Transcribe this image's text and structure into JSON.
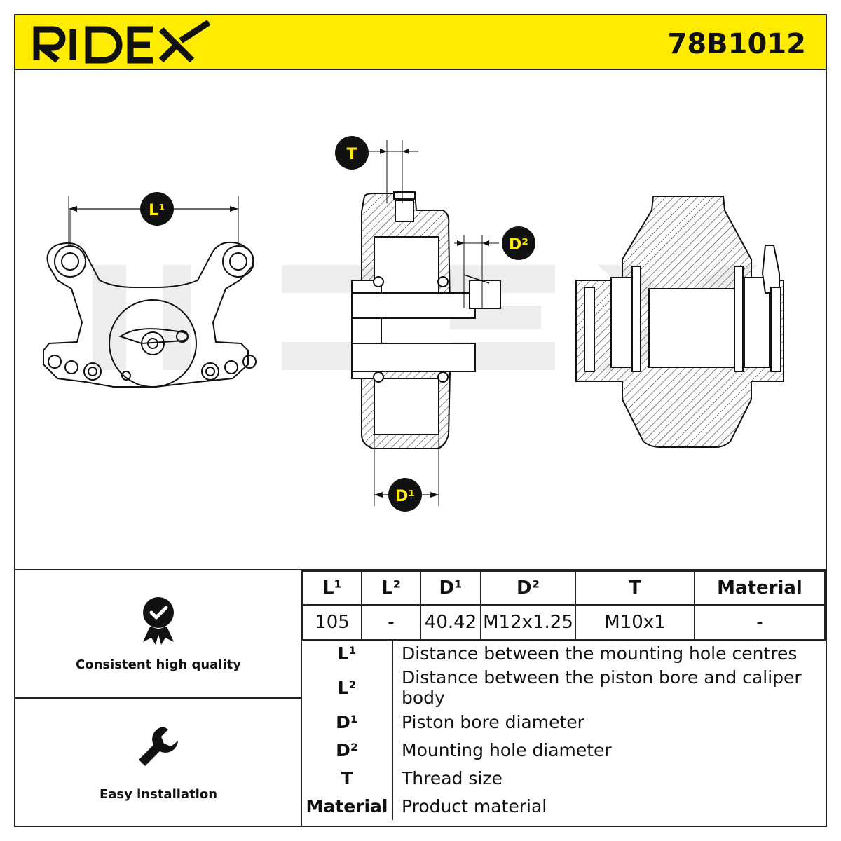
{
  "header": {
    "brand": "RIDEX",
    "part_number": "78B1012",
    "brand_color": "#ffec00"
  },
  "drawing": {
    "watermark": "RIDEX",
    "dimension_labels": {
      "l1": "L¹",
      "t": "T",
      "d2": "D²",
      "d1": "D¹"
    }
  },
  "features": [
    {
      "label": "Consistent high quality",
      "icon": "quality-badge-icon"
    },
    {
      "label": "Easy installation",
      "icon": "wrench-icon"
    }
  ],
  "spec_table": {
    "headers": [
      "L¹",
      "L²",
      "D¹",
      "D²",
      "T",
      "Material"
    ],
    "values": [
      "105",
      "-",
      "40.42",
      "M12x1.25",
      "M10x1",
      "-"
    ]
  },
  "legend": [
    {
      "key": "L¹",
      "description": "Distance between the mounting hole centres"
    },
    {
      "key": "L²",
      "description": "Distance between the piston bore and caliper body"
    },
    {
      "key": "D¹",
      "description": "Piston bore diameter"
    },
    {
      "key": "D²",
      "description": "Mounting hole diameter"
    },
    {
      "key": "T",
      "description": "Thread size"
    },
    {
      "key": "Material",
      "description": "Product material"
    }
  ]
}
